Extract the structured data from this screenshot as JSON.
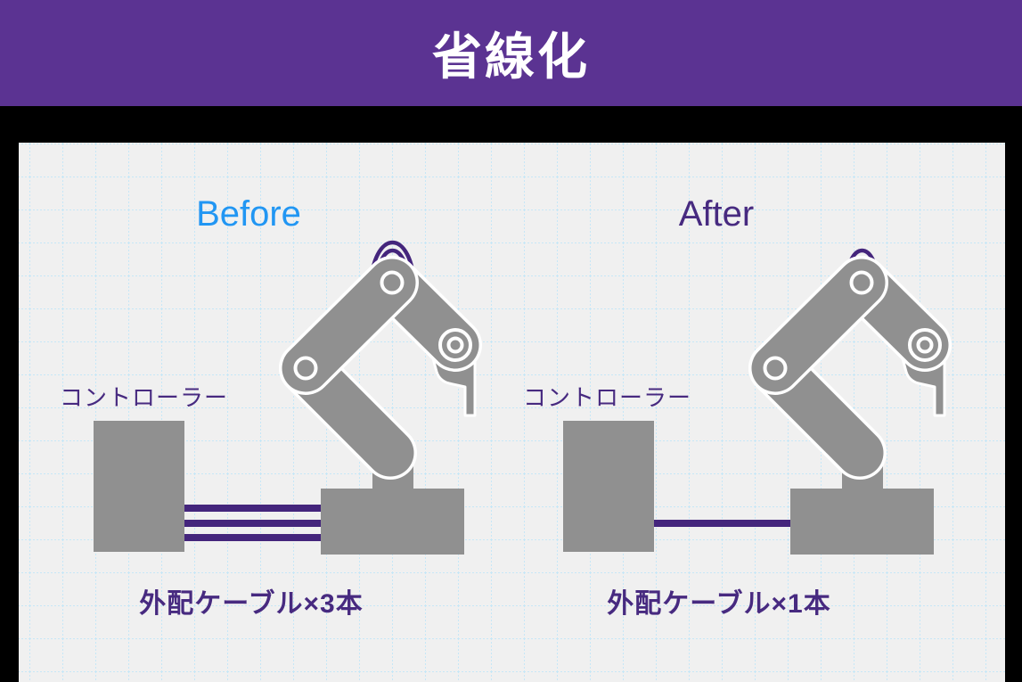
{
  "title": "省線化",
  "comparison": {
    "before": {
      "label": "Before",
      "controller_label": "コントローラー",
      "caption": "外配ケーブル×3本",
      "cable_count": 3,
      "arc_count": 3
    },
    "after": {
      "label": "After",
      "controller_label": "コントローラー",
      "caption": "外配ケーブル×1本",
      "cable_count": 1,
      "arc_count": 1
    }
  },
  "colors": {
    "header_background": "#5b3392",
    "page_background": "#000000",
    "panel_background": "#f0f0f0",
    "grid_line": "#c6e7f7",
    "before_label_blue": "#2196f3",
    "purple_text": "#472a80",
    "cable_purple": "#44257c",
    "machine_gray": "#909090",
    "title_text": "#ffffff"
  }
}
